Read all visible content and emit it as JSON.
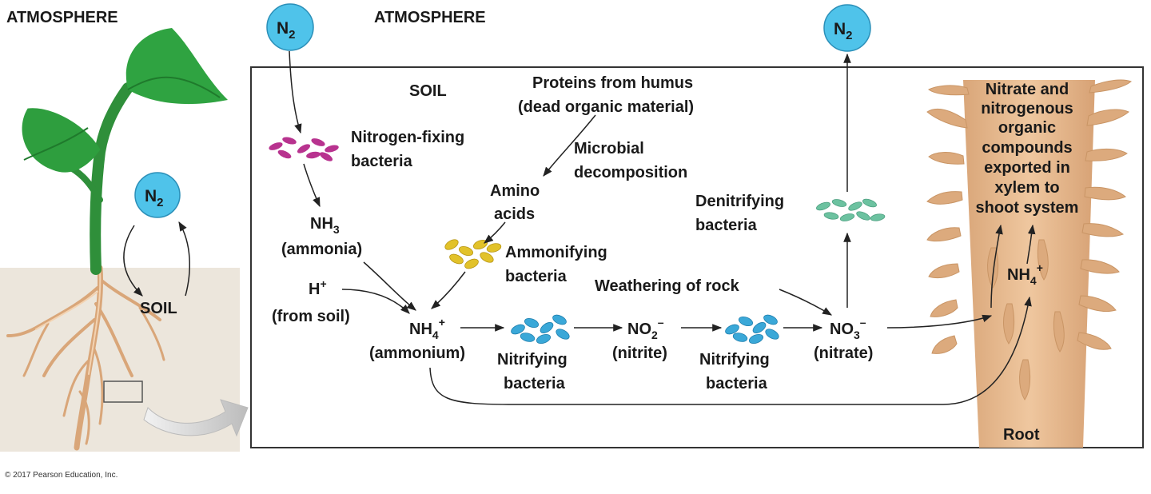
{
  "labels": {
    "atmosphere_left": "ATMOSPHERE",
    "atmosphere_main": "ATMOSPHERE",
    "soil_left": "SOIL",
    "soil_main": "SOIL",
    "n2": "N",
    "n2_sub": "2",
    "nitrogen_fixing_1": "Nitrogen-fixing",
    "nitrogen_fixing_2": "bacteria",
    "nh3": "NH",
    "nh3_sub": "3",
    "ammonia": "(ammonia)",
    "h_plus": "H",
    "h_plus_sup": "+",
    "from_soil": "(from soil)",
    "proteins_1": "Proteins from humus",
    "proteins_2": "(dead organic material)",
    "microbial_1": "Microbial",
    "microbial_2": "decomposition",
    "amino_1": "Amino",
    "amino_2": "acids",
    "ammonifying_1": "Ammonifying",
    "ammonifying_2": "bacteria",
    "nh4": "NH",
    "nh4_sub": "4",
    "nh4_sup": "+",
    "ammonium": "(ammonium)",
    "nitrifying_1": "Nitrifying",
    "nitrifying_2": "bacteria",
    "no2": "NO",
    "no2_sub": "2",
    "no2_sup": "–",
    "nitrite": "(nitrite)",
    "no3": "NO",
    "no3_sub": "3",
    "no3_sup": "–",
    "nitrate": "(nitrate)",
    "weathering": "Weathering of rock",
    "denitrifying_1": "Denitrifying",
    "denitrifying_2": "bacteria",
    "export_1": "Nitrate and",
    "export_2": "nitrogenous",
    "export_3": "organic",
    "export_4": "compounds",
    "export_5": "exported in",
    "export_6": "xylem to",
    "export_7": "shoot system",
    "root": "Root",
    "copyright": "© 2017 Pearson Education, Inc."
  },
  "colors": {
    "n2_circle": "#4fc3ea",
    "leaf": "#2e9e3e",
    "root": "#e8b98c",
    "soil": "#e9e2d6",
    "nitrogen_fixing": "#b8338f",
    "ammonifying": "#e2c22a",
    "nitrifying": "#3aa8d8",
    "denitrifying": "#6cc2a0"
  }
}
